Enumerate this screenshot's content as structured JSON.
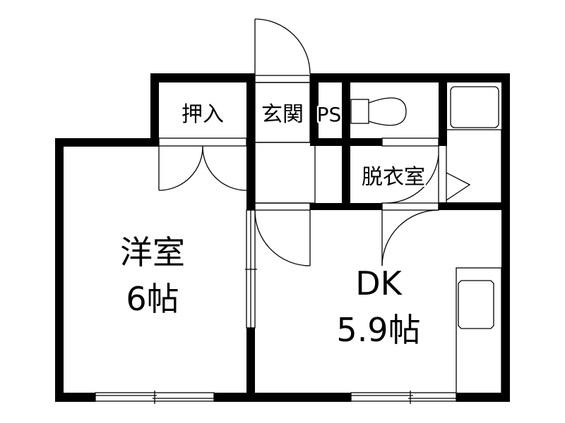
{
  "floor_plan": {
    "rooms": [
      {
        "id": "western-room",
        "name": "洋室",
        "size": "6帖"
      },
      {
        "id": "dk",
        "name": "DK",
        "size": "5.9帖"
      },
      {
        "id": "closet",
        "name": "押入"
      },
      {
        "id": "entrance",
        "name": "玄関"
      },
      {
        "id": "ps",
        "name": "PS"
      },
      {
        "id": "dressing-room",
        "name": "脱衣室"
      }
    ],
    "colors": {
      "wall": "#000000",
      "line": "#000000",
      "background": "#ffffff"
    }
  }
}
